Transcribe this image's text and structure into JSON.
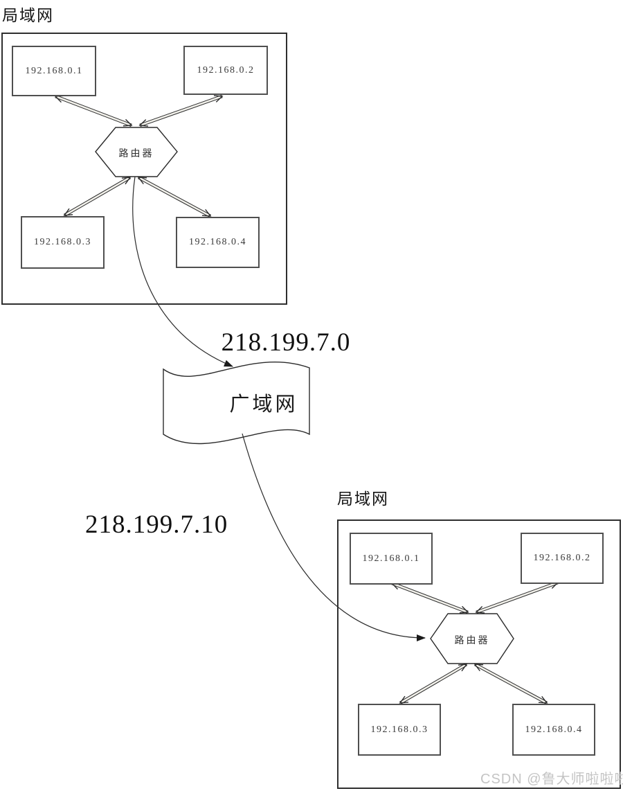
{
  "lan1": {
    "label": "局域网",
    "router": "路由器",
    "hosts": [
      "192.168.0.1",
      "192.168.0.2",
      "192.168.0.3",
      "192.168.0.4"
    ]
  },
  "lan2": {
    "label": "局域网",
    "router": "路由器",
    "hosts": [
      "192.168.0.1",
      "192.168.0.2",
      "192.168.0.3",
      "192.168.0.4"
    ]
  },
  "wan": {
    "label": "广域网",
    "wan_side_address": "218.199.7.0",
    "lan2_side_address": "218.199.7.10"
  },
  "watermark": "CSDN @鲁大师啦啦啦",
  "colors": {
    "line": "#2a2a2a",
    "host_box_border": "#4f4f4f",
    "lan_border": "#2e2e2e",
    "watermark": "#c4c4c4",
    "background": "#ffffff"
  }
}
